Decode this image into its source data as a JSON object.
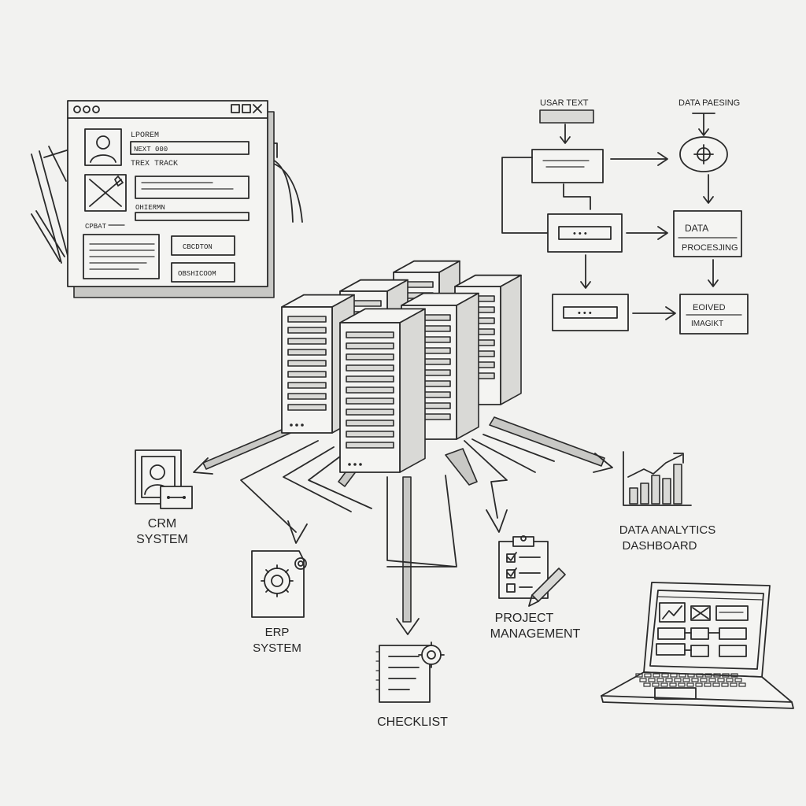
{
  "wireframe": {
    "label_top": "LPOREM",
    "field1_text": "NEXT 000",
    "label_row2": "TREX TRACK",
    "label_row3": "OHIERMN",
    "label_row4": "CPBAT",
    "button1": "CBCDTON",
    "button2": "OBSHICOOM"
  },
  "flowchart": {
    "input_label": "USAR TEXT",
    "parsing_label": "DATA PAESING",
    "dots_box": "• • •",
    "processing_line1": "DATA",
    "processing_line2": "PROCESJING",
    "output_line1": "EOIVED",
    "output_line2": "IMAGIKT"
  },
  "nodes": {
    "crm": [
      "CRM",
      "SYSTEM"
    ],
    "erp": [
      "ERP",
      "SYSTEM"
    ],
    "checklist": [
      "CHECKLIST"
    ],
    "project": [
      "PROJECT",
      "MANAGEMENT"
    ],
    "analytics": [
      "DATA ANALYTICS",
      "DASHBOARD"
    ]
  },
  "icons": [
    "server-cluster-icon",
    "user-portrait-icon",
    "gear-icon",
    "document-icon",
    "clipboard-icon",
    "pencil-icon",
    "bar-chart-icon",
    "laptop-icon",
    "eye-icon",
    "crossed-image-icon"
  ]
}
